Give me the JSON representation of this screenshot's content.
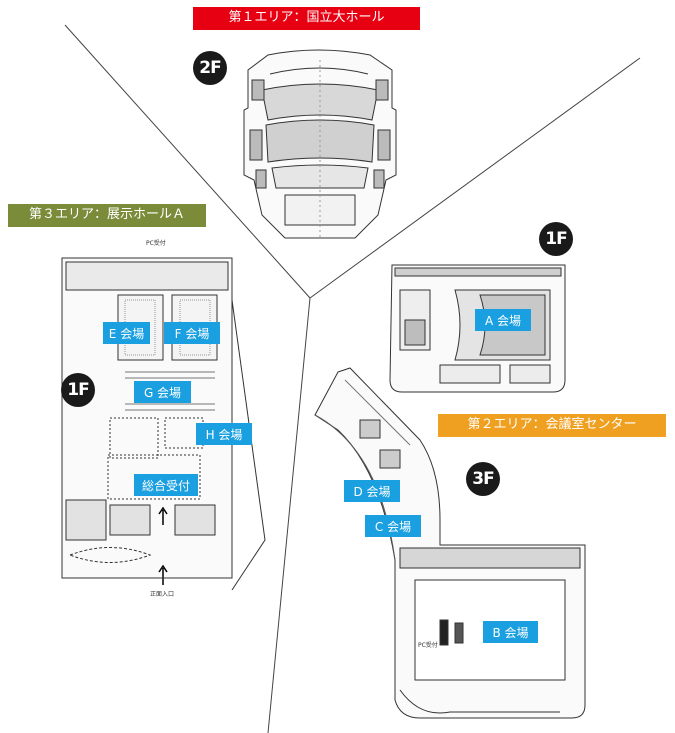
{
  "areas": {
    "area1": {
      "label": "第１エリア：国立大ホール",
      "color": "#e60012"
    },
    "area2": {
      "label": "第２エリア：会議室センター",
      "color": "#f0a020"
    },
    "area3": {
      "label": "第３エリア：展示ホールＡ",
      "color": "#7a8c3a"
    }
  },
  "floors": {
    "hall": "2F",
    "conference_1f": "1F",
    "conference_3f": "3F",
    "exhibition": "1F"
  },
  "venues": {
    "A": "A 会場",
    "B": "B 会場",
    "C": "C 会場",
    "D": "D 会場",
    "E": "E 会場",
    "F": "F 会場",
    "G": "G 会場",
    "H": "H 会場",
    "reception": "総合受付"
  },
  "annotations": {
    "pc_reception_top": "PC受付",
    "pc_reception_b": "PC受付",
    "entrance": "正面入口"
  }
}
